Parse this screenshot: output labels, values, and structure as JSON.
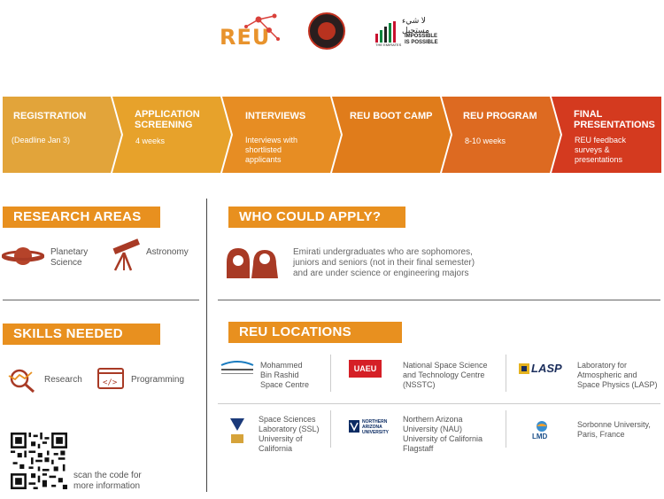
{
  "logos": {
    "reu": "REU",
    "uae_arabic": "لا شيء مستحيل",
    "uae_impossible": "IMPOSSIBLE",
    "uae_is_possible": "IS POSSIBLE",
    "uae_emirates": "THE EMIRATES"
  },
  "steps": [
    {
      "title": "REGISTRATION",
      "desc": "(Deadline Jan 3)",
      "color": "#e2a43a"
    },
    {
      "title": "APPLICATION\nSCREENING",
      "desc": "4 weeks",
      "color": "#e7a22b"
    },
    {
      "title": "INTERVIEWS",
      "desc": "Interviews with\nshortlisted\napplicants",
      "color": "#e78d23"
    },
    {
      "title": "REU BOOT CAMP",
      "desc": "",
      "color": "#e07c1b"
    },
    {
      "title": "REU PROGRAM",
      "desc": "8-10 weeks",
      "color": "#dd6a21"
    },
    {
      "title": "FINAL\nPRESENTATIONS",
      "desc": "REU feedback\nsurveys &\npresentations",
      "color": "#d43a1f"
    }
  ],
  "research": {
    "header": "RESEARCH AREAS",
    "items": [
      {
        "label": "Planetary\nScience",
        "icon": "planet-icon"
      },
      {
        "label": "Astronomy",
        "icon": "telescope-icon"
      }
    ]
  },
  "apply": {
    "header": "WHO COULD APPLY?",
    "text": "Emirati undergraduates who are sophomores,\njuniors and seniors (not in their final semester)\nand are under science or engineering majors"
  },
  "skills": {
    "header": "SKILLS NEEDED",
    "items": [
      {
        "label": "Research",
        "icon": "magnifier-chart-icon"
      },
      {
        "label": "Programming",
        "icon": "code-window-icon"
      }
    ]
  },
  "locations": {
    "header": "REU LOCATIONS",
    "items": [
      {
        "logo": "",
        "name": "Mohammed\nBin Rashid\nSpace Centre"
      },
      {
        "logo": "UAEU",
        "name": "National Space Science\nand Technology Centre\n(NSSTC)"
      },
      {
        "logo": "LASP",
        "name": "Laboratory for\nAtmospheric and\nSpace Physics (LASP)"
      },
      {
        "logo": "",
        "name": "Space Sciences\nLaboratory (SSL)\nUniversity of\nCalifornia"
      },
      {
        "logo": "NORTHERN\nARIZONA\nUNIVERSITY",
        "name": "Northern Arizona\nUniversity (NAU)\nUniversity of California\nFlagstaff"
      },
      {
        "logo": "LMD",
        "name": "Sorbonne University,\nParis, France"
      }
    ]
  },
  "qr": {
    "caption": "scan the code for\nmore information"
  }
}
